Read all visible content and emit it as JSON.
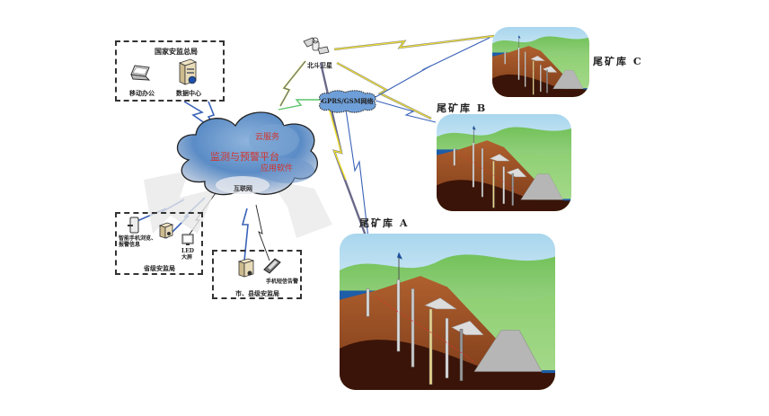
{
  "title": "尾矿库在线监测与预警系统架构",
  "national_bureau": {
    "title": "国家安监总局",
    "items": [
      {
        "label": "移动办公",
        "icon": "laptop-icon"
      },
      {
        "label": "数据中心",
        "icon": "server-icon"
      }
    ]
  },
  "cloud": {
    "service": "云服务",
    "platform": "监测与预警平台",
    "software": "应用软件",
    "internet": "互联网"
  },
  "provincial_bureau": {
    "title": "省级安监局",
    "items": [
      {
        "label": "智能手机浏览、报警信息",
        "icon": "smartphone-icon"
      },
      {
        "label": "",
        "icon": "server-icon"
      },
      {
        "label": "LED大屏",
        "icon": "led-screen-icon"
      }
    ]
  },
  "city_bureau": {
    "title": "市、县级安监局",
    "items": [
      {
        "label": "",
        "icon": "server-icon"
      },
      {
        "label": "手机短信告警",
        "icon": "mobile-phone-icon"
      }
    ]
  },
  "satellite": {
    "label": "北斗卫星",
    "icon": "satellite-icon"
  },
  "network": {
    "label": "GPRS/GSM网络"
  },
  "sites": [
    {
      "id": "A",
      "label": "尾矿库 A"
    },
    {
      "id": "B",
      "label": "尾矿库 B"
    },
    {
      "id": "C",
      "label": "尾矿库 C"
    }
  ],
  "colors": {
    "cloud_text": "#d2342c",
    "link_blue": "#3a62b8",
    "link_yellow": "#f2e22a",
    "link_green": "#5bc46a",
    "network_fill": "#6f9fd8"
  }
}
